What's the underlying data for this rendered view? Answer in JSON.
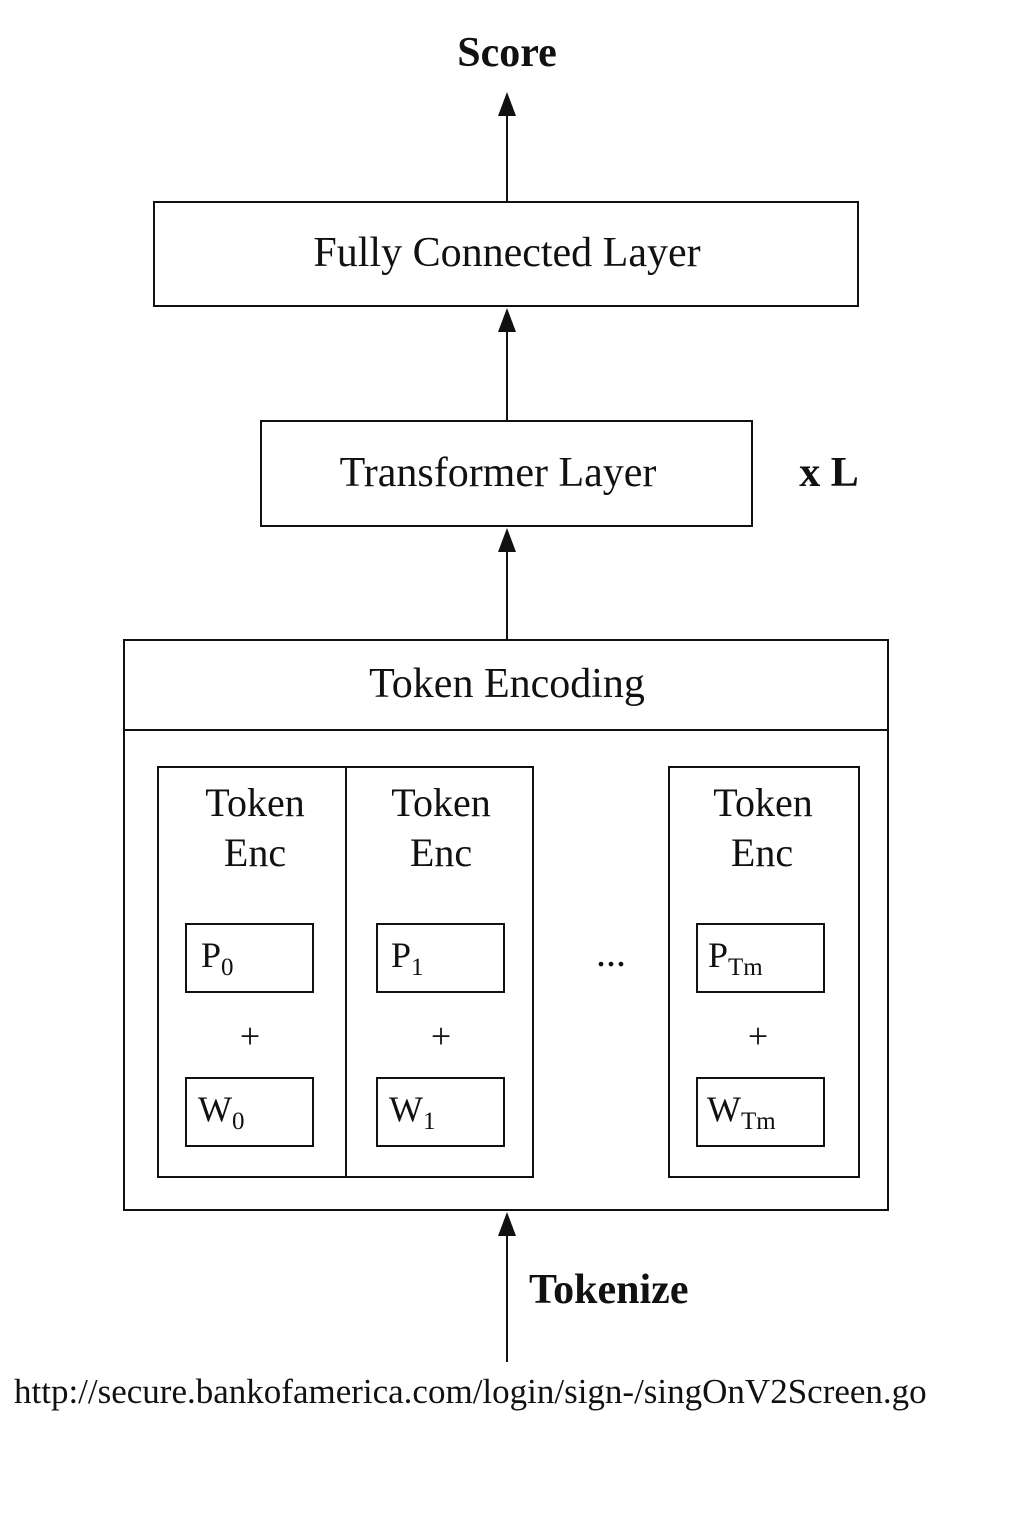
{
  "output_label": "Score",
  "fc_layer": "Fully Connected Layer",
  "transformer_layer": "Transformer Layer",
  "repeat_label": "x L",
  "token_encoding": "Token Encoding",
  "ellipsis": "...",
  "columns": [
    {
      "title_line1": "Token",
      "title_line2": "Enc",
      "p_base": "P",
      "p_sub": "0",
      "plus": "+",
      "w_base": "W",
      "w_sub": "0"
    },
    {
      "title_line1": "Token",
      "title_line2": "Enc",
      "p_base": "P",
      "p_sub": "1",
      "plus": "+",
      "w_base": "W",
      "w_sub": "1"
    },
    {
      "title_line1": "Token",
      "title_line2": "Enc",
      "p_base": "P",
      "p_sub": "Tm",
      "plus": "+",
      "w_base": "W",
      "w_sub": "Tm"
    }
  ],
  "tokenize_label": "Tokenize",
  "input_url": "http://secure.bankofamerica.com/login/sign-/singOnV2Screen.go"
}
